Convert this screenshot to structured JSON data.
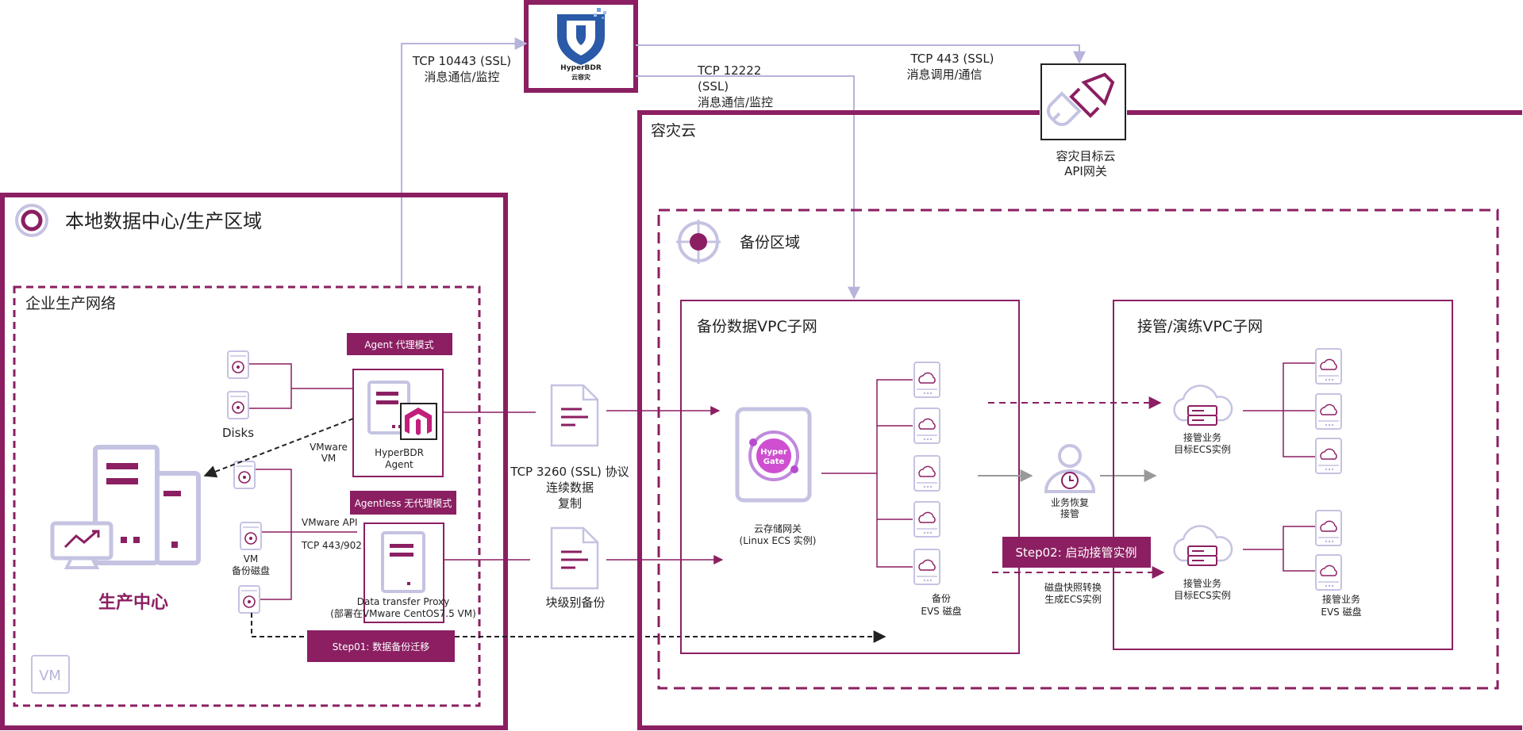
{
  "logo": {
    "brand": "HyperBDR",
    "sub": "云容灾"
  },
  "links": {
    "tcp10443": [
      "TCP 10443 (SSL)",
      "消息通信/监控"
    ],
    "tcp12222": [
      "TCP 12222",
      "(SSL)",
      "消息通信/监控"
    ],
    "tcp443": [
      "TCP 443 (SSL)",
      "消息调用/通信"
    ],
    "tcp3260": [
      "TCP 3260 (SSL) 协议",
      "连续数据",
      "复制"
    ],
    "block_backup": "块级别备份",
    "vmware_vm": [
      "VMware",
      "VM"
    ],
    "vmware_api": "VMware API",
    "tcp_port": "TCP  443/902"
  },
  "api_gateway": {
    "label": [
      "容灾目标云",
      "API网关"
    ]
  },
  "local": {
    "title": "本地数据中心/生产区域",
    "network": "企业生产网络",
    "disks": "Disks",
    "prod_center": "生产中心",
    "vm_disk": [
      "VM",
      "备份磁盘"
    ],
    "vm_badge": "VM",
    "agent_mode": "Agent 代理模式",
    "agentless_mode": "Agentless 无代理模式",
    "agent": [
      "HyperBDR",
      "Agent"
    ],
    "proxy": [
      "Data transfer Proxy",
      "(部署在VMware CentOS7.5 VM)"
    ],
    "step01": "Step01: 数据备份迁移"
  },
  "cloud": {
    "title": "容灾云",
    "backup_zone": "备份区域",
    "backup_vpc": "备份数据VPC子网",
    "takeover_vpc": "接管/演练VPC子网",
    "gateway_logo": [
      "Hyper",
      "Gate"
    ],
    "gateway": [
      "云存储网关",
      "(Linux ECS 实例)"
    ],
    "evs": [
      "备份",
      "EVS 磁盘"
    ],
    "recovery": [
      "业务恢复",
      "接管"
    ],
    "step02": "Step02: 启动接管实例",
    "snapshot": [
      "磁盘快照转换",
      "生成ECS实例"
    ],
    "target_ecs": [
      "接管业务",
      "目标ECS实例"
    ],
    "takeover_evs": [
      "接管业务",
      "EVS 磁盘"
    ]
  },
  "colors": {
    "accent": "#8b1f62",
    "line": "#b6b4db",
    "icon": "#c5c3e2"
  }
}
